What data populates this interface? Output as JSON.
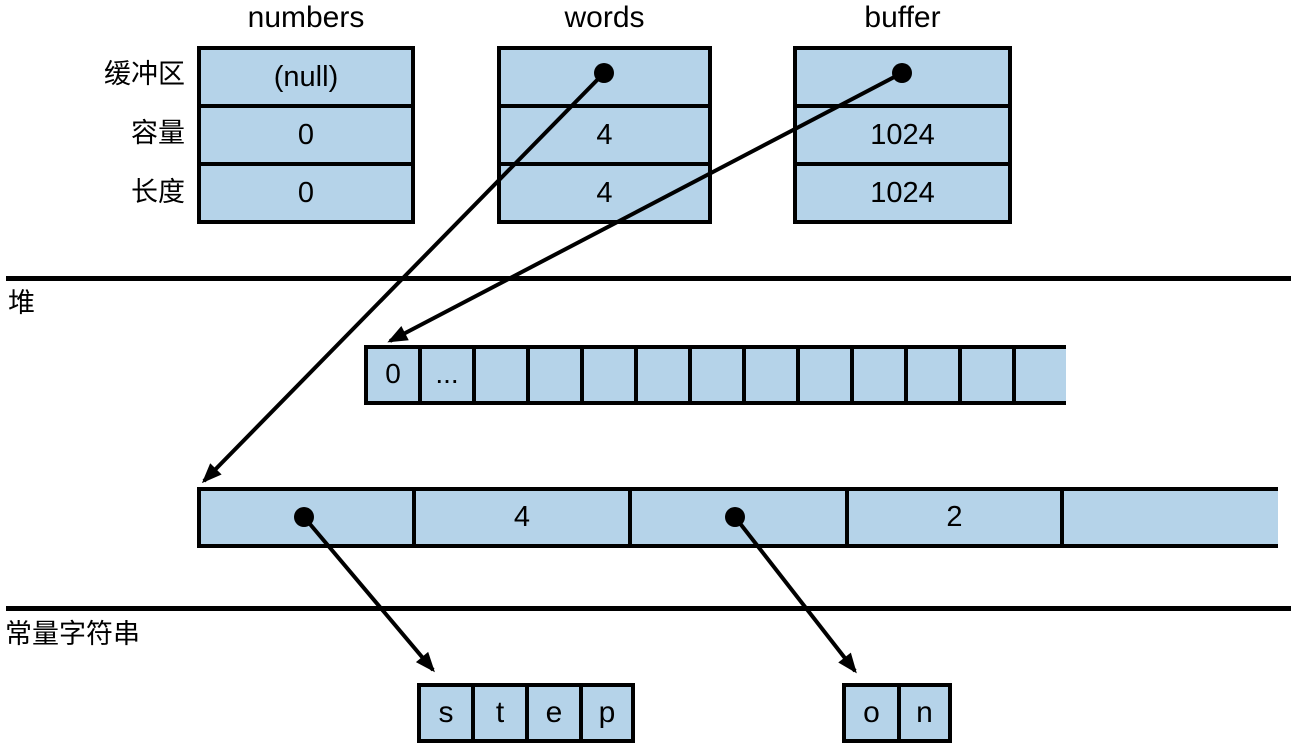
{
  "stack": {
    "row_labels": [
      "缓冲区",
      "容量",
      "长度"
    ],
    "columns": [
      {
        "title": "numbers",
        "fields": [
          "(null)",
          "0",
          "0"
        ]
      },
      {
        "title": "words",
        "fields": [
          "●",
          "4",
          "4"
        ]
      },
      {
        "title": "buffer",
        "fields": [
          "●",
          "1024",
          "1024"
        ]
      }
    ]
  },
  "sections": {
    "heap_label": "堆",
    "const_label": "常量字符串"
  },
  "heap": {
    "byte_array": {
      "cells": [
        "0",
        "...",
        "",
        "",
        "",
        "",
        "",
        "",
        "",
        "",
        "",
        "",
        ""
      ],
      "open_ended": "true"
    },
    "vec_array": {
      "cells": [
        "●",
        "4",
        "●",
        "2",
        ""
      ],
      "open_ended": "true"
    }
  },
  "const_strings": {
    "step": {
      "letters": [
        "s",
        "t",
        "e",
        "p"
      ]
    },
    "on": {
      "letters": [
        "o",
        "n"
      ]
    }
  },
  "colors": {
    "cell_fill": "#b5d3e9",
    "border": "#000000",
    "background": "#ffffff"
  }
}
